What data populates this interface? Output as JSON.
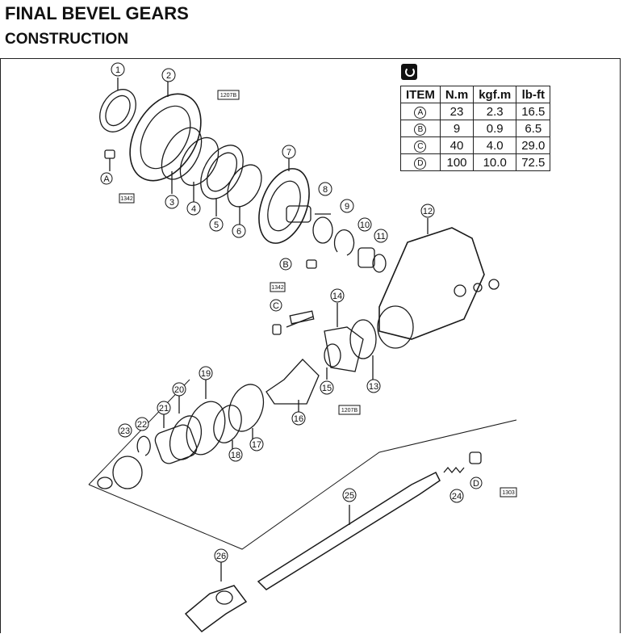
{
  "page": {
    "title": "FINAL BEVEL GEARS",
    "subtitle": "CONSTRUCTION"
  },
  "torque_table": {
    "icon": "wrench-icon",
    "headers": [
      "ITEM",
      "N.m",
      "kgf.m",
      "lb-ft"
    ],
    "rows": [
      {
        "item": "A",
        "nm": "23",
        "kgfm": "2.3",
        "lbft": "16.5"
      },
      {
        "item": "B",
        "nm": "9",
        "kgfm": "0.9",
        "lbft": "6.5"
      },
      {
        "item": "C",
        "nm": "40",
        "kgfm": "4.0",
        "lbft": "29.0"
      },
      {
        "item": "D",
        "nm": "100",
        "kgfm": "10.0",
        "lbft": "72.5"
      }
    ]
  },
  "callouts": [
    "1",
    "2",
    "3",
    "4",
    "5",
    "6",
    "7",
    "8",
    "9",
    "10",
    "11",
    "12",
    "13",
    "14",
    "15",
    "16",
    "17",
    "18",
    "19",
    "20",
    "21",
    "22",
    "23",
    "24",
    "25",
    "26"
  ],
  "letters": [
    "A",
    "B",
    "C",
    "D"
  ],
  "tags": {
    "t_1207b_top": "1207B",
    "t_1342_a": "1342",
    "t_1342_b": "1342",
    "t_1207b_mid": "1207B",
    "t_1303": "1303"
  }
}
